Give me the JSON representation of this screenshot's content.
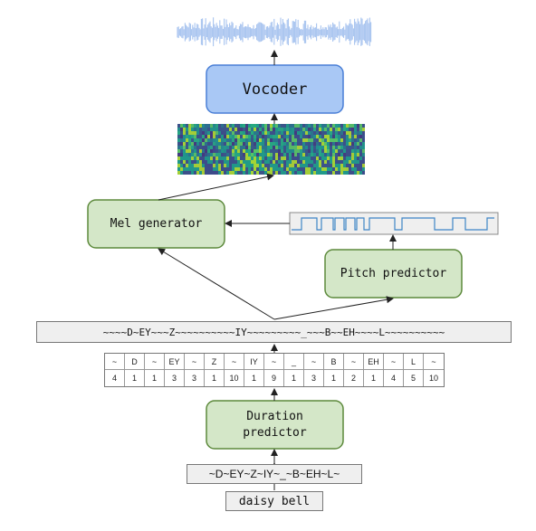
{
  "blocks": {
    "vocoder": "Vocoder",
    "mel_generator": "Mel generator",
    "pitch_predictor": "Pitch predictor",
    "duration_predictor_line1": "Duration",
    "duration_predictor_line2": "predictor"
  },
  "input_text": "daisy bell",
  "phoneme_string": "~D~EY~Z~IY~_~B~EH~L~",
  "expanded_phonemes": "~~~~D~EY~~~Z~~~~~~~~~~IY~~~~~~~~~_~~~B~~EH~~~~L~~~~~~~~~~",
  "duration_table": {
    "phonemes": [
      "~",
      "D",
      "~",
      "EY",
      "~",
      "Z",
      "~",
      "IY",
      "~",
      "_",
      "~",
      "B",
      "~",
      "EH",
      "~",
      "L",
      "~"
    ],
    "durations": [
      "4",
      "1",
      "1",
      "3",
      "3",
      "1",
      "10",
      "1",
      "9",
      "1",
      "3",
      "1",
      "2",
      "1",
      "4",
      "5",
      "10"
    ]
  },
  "colors": {
    "green_fill": "#d4e7c8",
    "green_stroke": "#5d8a3c",
    "blue_fill": "#a9c8f5",
    "blue_stroke": "#4a7fd6",
    "waveform": "#a8c4ef",
    "pitch_line": "#3d85c6"
  }
}
